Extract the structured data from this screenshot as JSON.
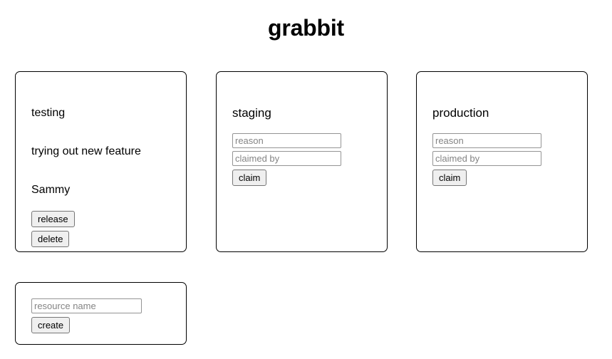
{
  "app": {
    "title": "grabbit",
    "background_color": "#ffffff",
    "text_color": "#000000",
    "card_border_color": "#000000",
    "button_background_color": "#efefef",
    "button_border_color": "#767676",
    "input_border_color": "#949494",
    "placeholder_color": "#848484"
  },
  "resources": [
    {
      "name": "testing",
      "state": "claimed",
      "reason": "trying out new feature",
      "claimed_by": "Sammy",
      "actions": [
        {
          "label": "release",
          "name": "release-button"
        },
        {
          "label": "delete",
          "name": "delete-button"
        }
      ]
    },
    {
      "name": "staging",
      "state": "available",
      "fields": [
        {
          "placeholder": "reason",
          "value": "",
          "name": "reason-input"
        },
        {
          "placeholder": "claimed by",
          "value": "",
          "name": "claimed-by-input"
        }
      ],
      "actions": [
        {
          "label": "claim",
          "name": "claim-button"
        }
      ]
    },
    {
      "name": "production",
      "state": "available",
      "fields": [
        {
          "placeholder": "reason",
          "value": "",
          "name": "reason-input"
        },
        {
          "placeholder": "claimed by",
          "value": "",
          "name": "claimed-by-input"
        }
      ],
      "actions": [
        {
          "label": "claim",
          "name": "claim-button"
        }
      ]
    }
  ],
  "create_card": {
    "field": {
      "placeholder": "resource name",
      "value": ""
    },
    "button_label": "create"
  }
}
